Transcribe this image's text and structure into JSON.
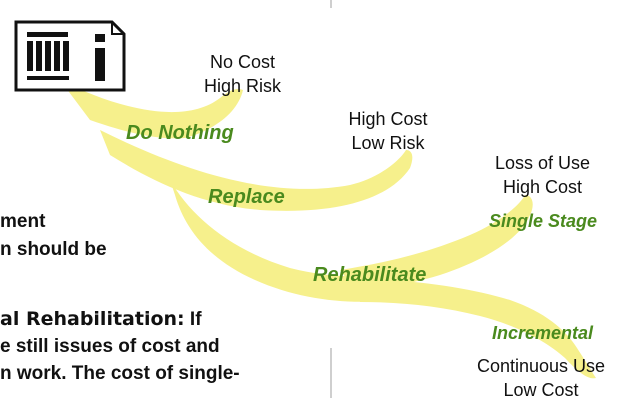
{
  "colors": {
    "branch_fill": "#f6f08c",
    "branch_label": "#4a8a1e",
    "text": "#111111",
    "icon_stroke": "#111111"
  },
  "icon": "building-icon",
  "branches": {
    "do_nothing": "Do Nothing",
    "replace": "Replace",
    "rehabilitate": "Rehabilitate",
    "single_stage": "Single Stage",
    "incremental": "Incremental"
  },
  "outcomes": {
    "do_nothing": [
      "No Cost",
      "High Risk"
    ],
    "replace": [
      "High Cost",
      "Low Risk"
    ],
    "single_stage": [
      "Loss of Use",
      "High Cost"
    ],
    "incremental": [
      "Continuous Use",
      "Low Cost"
    ]
  },
  "body_text": {
    "line1": "ment",
    "line2": "n should be",
    "line3_bold": "al Rehabilitation:",
    "line3_rest": " If",
    "line4": "e still issues of cost and",
    "line5": "n work. The cost of single-"
  }
}
